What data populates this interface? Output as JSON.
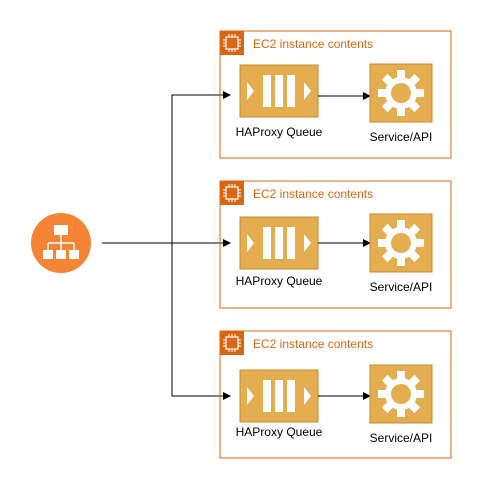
{
  "diagram": {
    "load_balancer": {
      "icon": "load-balancer-icon",
      "color": "#f58534"
    },
    "instances": [
      {
        "title": "EC2 instance contents",
        "queue": {
          "label": "HAProxy Queue",
          "icon": "queue-icon"
        },
        "service": {
          "label": "Service/API",
          "icon": "gear-icon"
        }
      },
      {
        "title": "EC2 instance contents",
        "queue": {
          "label": "HAProxy Queue",
          "icon": "queue-icon"
        },
        "service": {
          "label": "Service/API",
          "icon": "gear-icon"
        }
      },
      {
        "title": "EC2 instance contents",
        "queue": {
          "label": "HAProxy Queue",
          "icon": "queue-icon"
        },
        "service": {
          "label": "Service/API",
          "icon": "gear-icon"
        }
      }
    ],
    "colors": {
      "group_border": "#d86613",
      "group_title": "#d86613",
      "node_fill": "#e4ae50",
      "node_border": "#c4892b",
      "icon_white": "#ffffff",
      "connector": "#000000"
    }
  }
}
